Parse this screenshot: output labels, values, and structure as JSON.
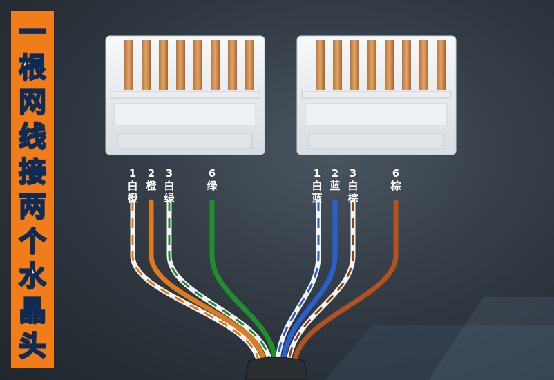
{
  "banner": {
    "chars": [
      "一",
      "根",
      "网",
      "线",
      "接",
      "两",
      "个",
      "水",
      "晶",
      "头"
    ]
  },
  "left_connector": {
    "pins": [
      {
        "num": "1",
        "top": "白",
        "bottom": "橙"
      },
      {
        "num": "2",
        "top": "橙",
        "bottom": ""
      },
      {
        "num": "3",
        "top": "白",
        "bottom": "绿"
      },
      {
        "num": "6",
        "top": "绿",
        "bottom": ""
      }
    ],
    "wire_colors": [
      {
        "base": "#f4f4f4",
        "stripe": "#e07a1f"
      },
      {
        "base": "#e07a1f",
        "stripe": ""
      },
      {
        "base": "#f4f4f4",
        "stripe": "#1f8f2e"
      },
      {
        "base": "#1f8f2e",
        "stripe": ""
      }
    ]
  },
  "right_connector": {
    "pins": [
      {
        "num": "1",
        "top": "白",
        "bottom": "蓝"
      },
      {
        "num": "2",
        "top": "蓝",
        "bottom": ""
      },
      {
        "num": "3",
        "top": "白",
        "bottom": "棕"
      },
      {
        "num": "6",
        "top": "棕",
        "bottom": ""
      }
    ],
    "wire_colors": [
      {
        "base": "#f4f4f4",
        "stripe": "#2a5fd0"
      },
      {
        "base": "#2a5fd0",
        "stripe": ""
      },
      {
        "base": "#f4f4f4",
        "stripe": "#8a4418"
      },
      {
        "base": "#b2531f",
        "stripe": ""
      }
    ]
  }
}
